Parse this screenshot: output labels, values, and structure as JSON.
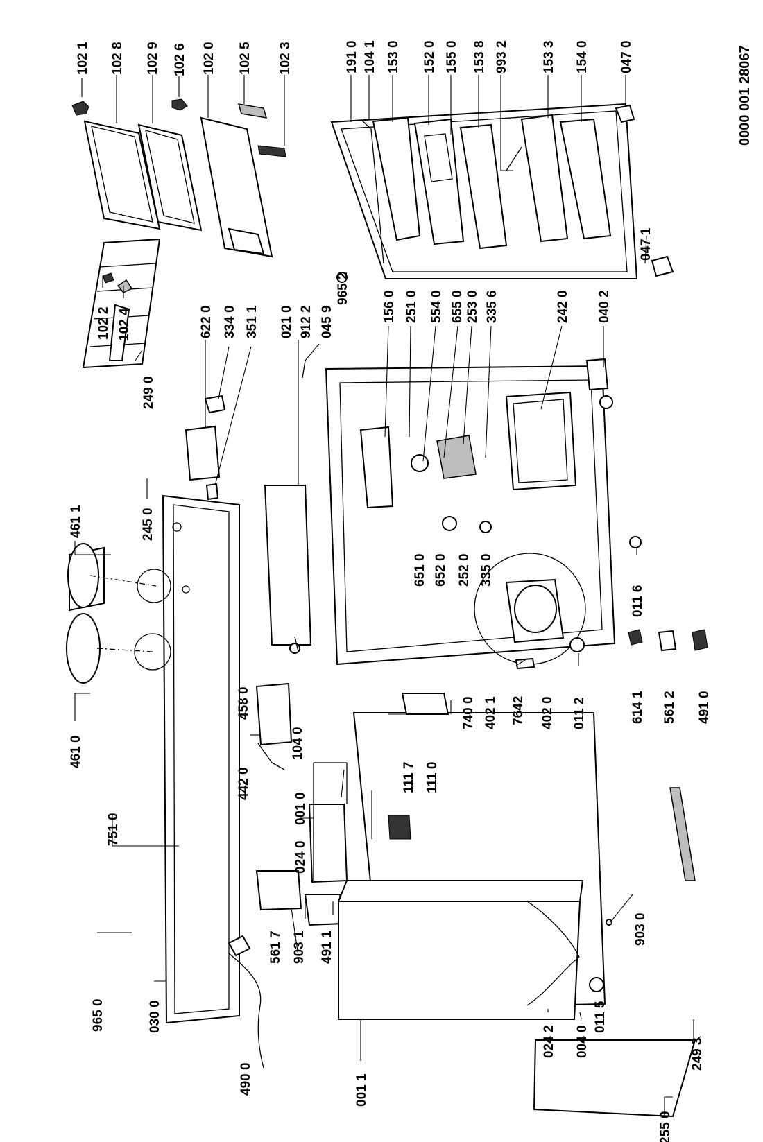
{
  "document_code": "0000 001 28067",
  "labels": [
    {
      "id": "1021",
      "text": "102 1"
    },
    {
      "id": "1028",
      "text": "102 8"
    },
    {
      "id": "1029",
      "text": "102 9"
    },
    {
      "id": "1026",
      "text": "102 6"
    },
    {
      "id": "1020",
      "text": "102 0"
    },
    {
      "id": "1025",
      "text": "102 5"
    },
    {
      "id": "1023",
      "text": "102 3"
    },
    {
      "id": "1910",
      "text": "191 0"
    },
    {
      "id": "1041",
      "text": "104 1"
    },
    {
      "id": "1530",
      "text": "153 0"
    },
    {
      "id": "1520",
      "text": "152 0"
    },
    {
      "id": "1550",
      "text": "155 0"
    },
    {
      "id": "1538",
      "text": "153 8"
    },
    {
      "id": "9932",
      "text": "993 2"
    },
    {
      "id": "1533",
      "text": "153 3"
    },
    {
      "id": "1540",
      "text": "154 0"
    },
    {
      "id": "0470",
      "text": "047 0"
    },
    {
      "id": "0471",
      "text": "047 1"
    },
    {
      "id": "9652",
      "text": "965 2"
    },
    {
      "id": "1022",
      "text": "102 2"
    },
    {
      "id": "1024",
      "text": "102 4"
    },
    {
      "id": "2490",
      "text": "249 0"
    },
    {
      "id": "2450",
      "text": "245 0"
    },
    {
      "id": "4611",
      "text": "461 1"
    },
    {
      "id": "4610",
      "text": "461 0"
    },
    {
      "id": "7510",
      "text": "751 0"
    },
    {
      "id": "9650",
      "text": "965 0"
    },
    {
      "id": "0300",
      "text": "030 0"
    },
    {
      "id": "4900",
      "text": "490 0"
    },
    {
      "id": "6220",
      "text": "622 0"
    },
    {
      "id": "3340",
      "text": "334 0"
    },
    {
      "id": "3511",
      "text": "351 1"
    },
    {
      "id": "0210",
      "text": "021 0"
    },
    {
      "id": "9122",
      "text": "912 2"
    },
    {
      "id": "0459",
      "text": "045 9"
    },
    {
      "id": "1560",
      "text": "156 0"
    },
    {
      "id": "2510",
      "text": "251 0"
    },
    {
      "id": "5540",
      "text": "554 0"
    },
    {
      "id": "6550",
      "text": "655 0"
    },
    {
      "id": "2530",
      "text": "253 0"
    },
    {
      "id": "3356",
      "text": "335 6"
    },
    {
      "id": "2420",
      "text": "242 0"
    },
    {
      "id": "0402",
      "text": "040 2"
    },
    {
      "id": "6510",
      "text": "651 0"
    },
    {
      "id": "6520",
      "text": "652 0"
    },
    {
      "id": "2520",
      "text": "252 0"
    },
    {
      "id": "3350",
      "text": "335 0"
    },
    {
      "id": "0116",
      "text": "011 6"
    },
    {
      "id": "4580",
      "text": "458 0"
    },
    {
      "id": "4420",
      "text": "442 0"
    },
    {
      "id": "7400",
      "text": "740 0"
    },
    {
      "id": "4021",
      "text": "402 1"
    },
    {
      "id": "7642",
      "text": "7642"
    },
    {
      "id": "4020",
      "text": "402 0"
    },
    {
      "id": "0112",
      "text": "011 2"
    },
    {
      "id": "6141",
      "text": "614 1"
    },
    {
      "id": "5612",
      "text": "561 2"
    },
    {
      "id": "4910",
      "text": "491 0"
    },
    {
      "id": "1040",
      "text": "104 0"
    },
    {
      "id": "1117",
      "text": "111 7"
    },
    {
      "id": "1110",
      "text": "111 0"
    },
    {
      "id": "0010",
      "text": "001 0"
    },
    {
      "id": "0240",
      "text": "024 0"
    },
    {
      "id": "5617",
      "text": "561 7"
    },
    {
      "id": "9031",
      "text": "903 1"
    },
    {
      "id": "4911",
      "text": "491 1"
    },
    {
      "id": "0011",
      "text": "001 1"
    },
    {
      "id": "0242",
      "text": "024 2"
    },
    {
      "id": "0040",
      "text": "004 0"
    },
    {
      "id": "0115",
      "text": "011 5"
    },
    {
      "id": "9030",
      "text": "903 0"
    },
    {
      "id": "2550",
      "text": "255 0"
    },
    {
      "id": "2493",
      "text": "249 3"
    }
  ]
}
